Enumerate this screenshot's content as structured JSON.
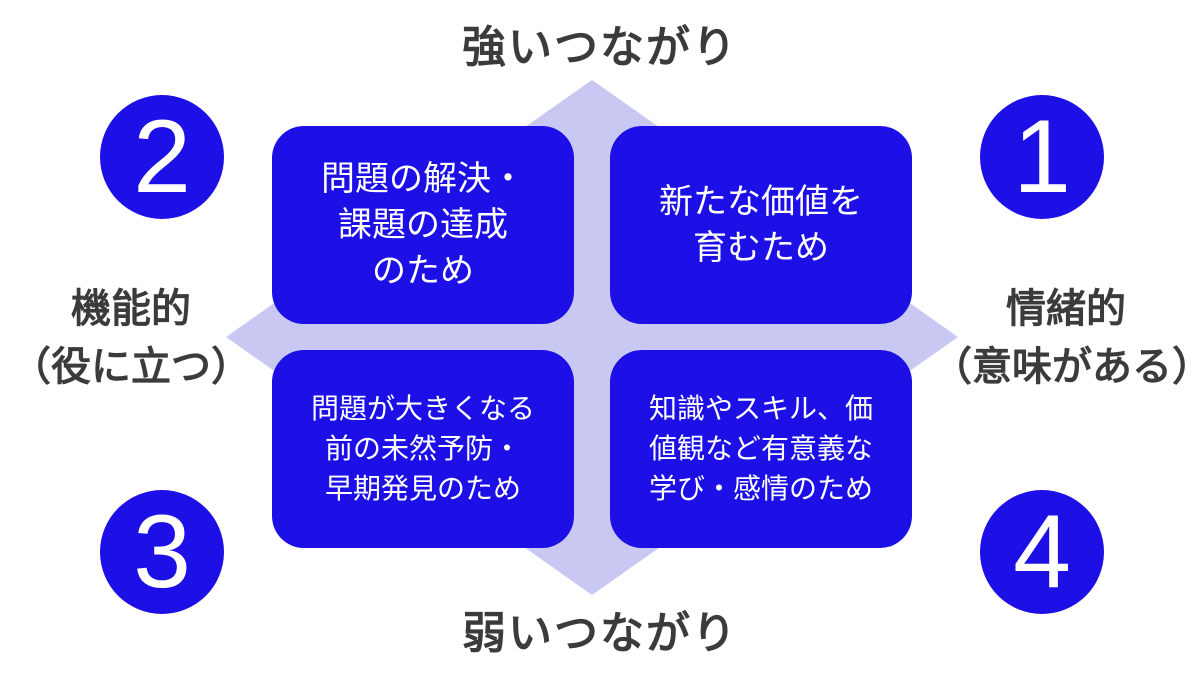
{
  "axes": {
    "top": "強いつながり",
    "bottom": "弱いつながり",
    "left": [
      "機能的",
      "（役に立つ）"
    ],
    "right": [
      "情緒的",
      "（意味がある）"
    ]
  },
  "quadrants": [
    {
      "number": "1",
      "lines": [
        "新たな価値を",
        "育むため"
      ]
    },
    {
      "number": "2",
      "lines": [
        "問題の解決・",
        "課題の達成",
        "のため"
      ]
    },
    {
      "number": "3",
      "lines": [
        "問題が大きくなる",
        "前の未然予防・",
        "早期発見のため"
      ]
    },
    {
      "number": "4",
      "lines": [
        "知識やスキル、価",
        "値観など有意義な",
        "学び・感情のため"
      ]
    }
  ],
  "colors": {
    "box": "#1c10e6",
    "diamond": "#c9c8f2",
    "label_text": "#3b3b3b"
  }
}
